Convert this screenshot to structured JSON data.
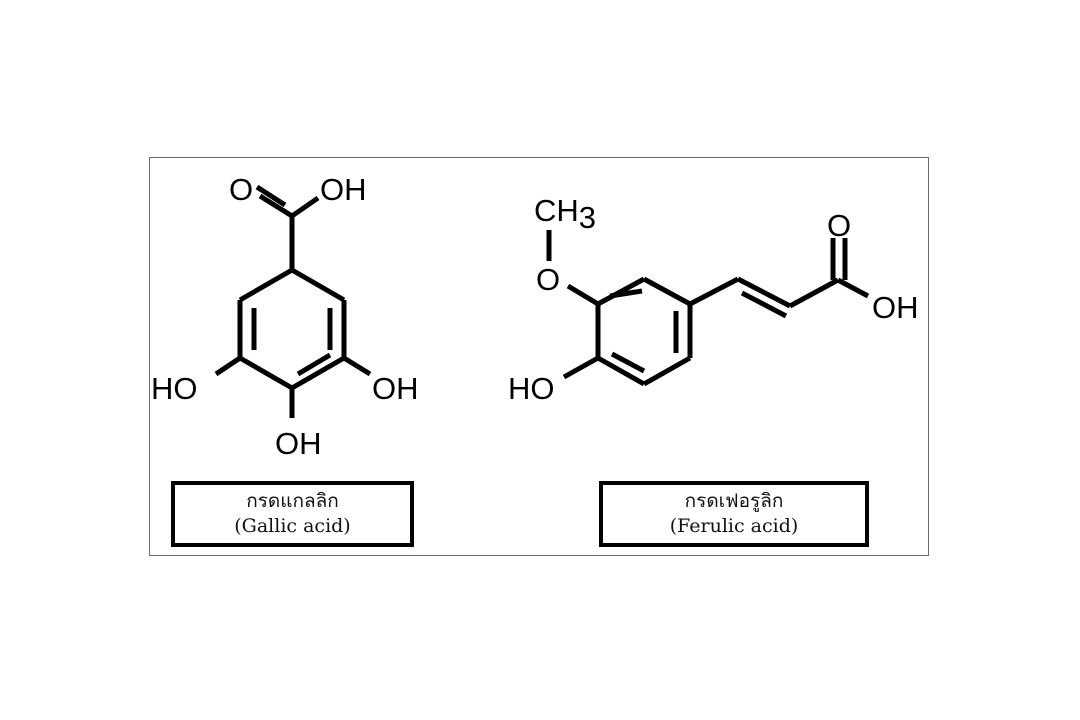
{
  "gallic_acid": {
    "thai_name": "กรดแกลลิก",
    "english_name": "(Gallic acid)",
    "atoms": {
      "carbonyl_o": "O",
      "acid_oh": "OH",
      "left_oh": "HO",
      "right_oh": "OH",
      "bottom_oh": "OH"
    }
  },
  "ferulic_acid": {
    "thai_name": "กรดเฟอรูลิก",
    "english_name": "(Ferulic acid)",
    "atoms": {
      "methyl_c": "CH",
      "methyl_sub": "3",
      "methoxy_o": "O",
      "carbonyl_o": "O",
      "acid_oh": "OH",
      "phenol_oh": "HO"
    }
  }
}
